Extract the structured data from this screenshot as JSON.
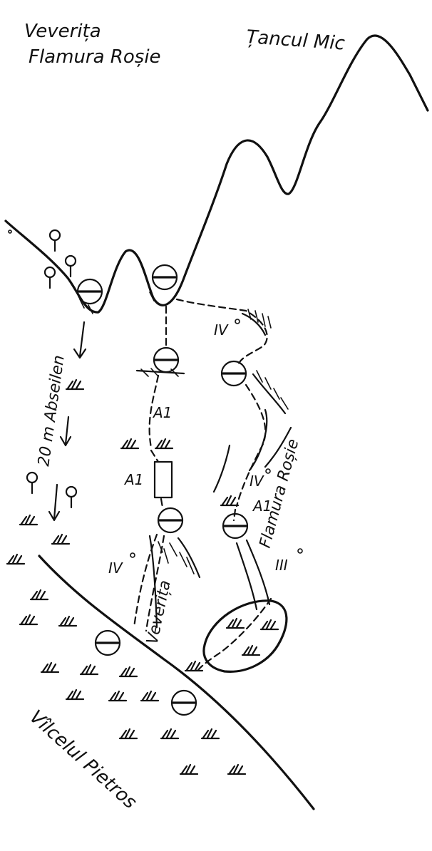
{
  "labels": {
    "title_line1": "Veverița",
    "title_line2": "Flamura Roșie",
    "peak": "Țancul Mic",
    "rappel": "20 m Abseilen",
    "route_flamura": "Flamura Roșie",
    "route_veverita": "Veverița",
    "valley": "Vîlcelul Pietros"
  },
  "grades": {
    "iv_top": "IV",
    "iv_mid": "IV",
    "iv_left": "IV",
    "iii": "III",
    "a1_upper": "A1",
    "a1_lower": "A1",
    "a1_right": "A1"
  },
  "icons": {
    "belay": "belay-station-icon",
    "tree": "tree-icon",
    "grass": "grass-tuft-icon",
    "piton": "piton-icon"
  },
  "colors": {
    "ink": "#111111",
    "paper": "#ffffff"
  }
}
